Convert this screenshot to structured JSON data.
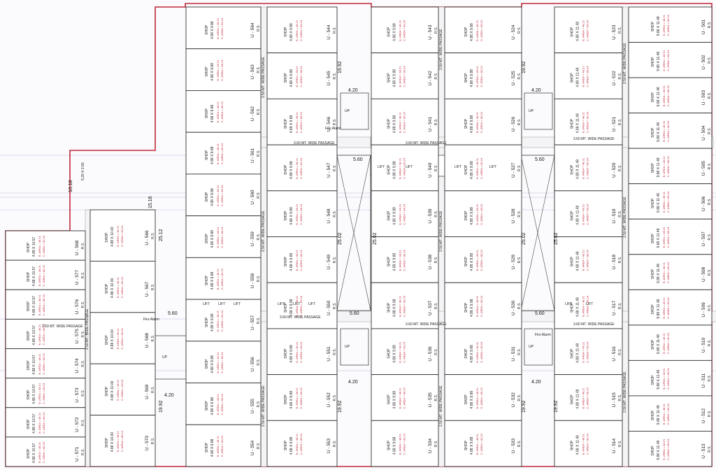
{
  "labels": {
    "shop": "SHOP",
    "rs": "R.S.",
    "lift": "LIFT",
    "up": "UP",
    "passage_250": "2.50 MT. WIDE PASSAGE",
    "passage_360": "3.60 MT. WIDE PASSAGE",
    "fire": "Fire Alarm"
  },
  "dimensions": [
    "5.60",
    "25.02",
    "19.92",
    "4.20",
    "15.16",
    "25.12",
    "10.18",
    "5.20 X 2.60"
  ],
  "blocks": [
    {
      "id": "A",
      "units": [
        "U - 568",
        "U - 577",
        "U - 576",
        "U - 575",
        "U - 574",
        "U - 573",
        "U - 572",
        "U - 571"
      ]
    },
    {
      "id": "B",
      "units": [
        "U - 566",
        "U - 567",
        "U - 568",
        "U - 569",
        "U - 570"
      ]
    },
    {
      "id": "C",
      "units": [
        "U - 564",
        "U - 563",
        "U - 562",
        "U - 561",
        "U - 560",
        "U - 559",
        "U - 558",
        "U - 557",
        "U - 556",
        "U - 555",
        "U - 554"
      ]
    },
    {
      "id": "D",
      "units": [
        "U - 544",
        "U - 545",
        "U - 546",
        "U - 547",
        "U - 548",
        "U - 549",
        "U - 550",
        "U - 551",
        "U - 552",
        "U - 553"
      ]
    },
    {
      "id": "E",
      "units": [
        "U - 543",
        "U - 542",
        "U - 541",
        "U - 540",
        "U - 539",
        "U - 538",
        "U - 537",
        "U - 536",
        "U - 535",
        "U - 534"
      ]
    },
    {
      "id": "F",
      "units": [
        "U - 524",
        "U - 525",
        "U - 526",
        "U - 527",
        "U - 528",
        "U - 529",
        "U - 530",
        "U - 531",
        "U - 532",
        "U - 533"
      ]
    },
    {
      "id": "G",
      "units": [
        "U - 523",
        "U - 522",
        "U - 521",
        "U - 520",
        "U - 519",
        "U - 518",
        "U - 517",
        "U - 516",
        "U - 515",
        "U - 514"
      ]
    },
    {
      "id": "H",
      "units": [
        "U - 501",
        "U - 502",
        "U - 503",
        "U - 504",
        "U - 505",
        "U - 506",
        "U - 507",
        "U - 508",
        "U - 509",
        "U - 510",
        "U - 511",
        "U - 512",
        "U - 513"
      ]
    }
  ],
  "sizes": [
    "4.88 X 9.88",
    "9.88 X 9.88",
    "4.88 X 10.57",
    "9.88 X 10.57",
    "4.88 X 10.00",
    "9.88 X 11.48",
    "4.88 X 11.48",
    "4.88 X 9.51"
  ],
  "area_lines": [
    "B. AREA = 48.21",
    "C. AREA = 80.24"
  ]
}
